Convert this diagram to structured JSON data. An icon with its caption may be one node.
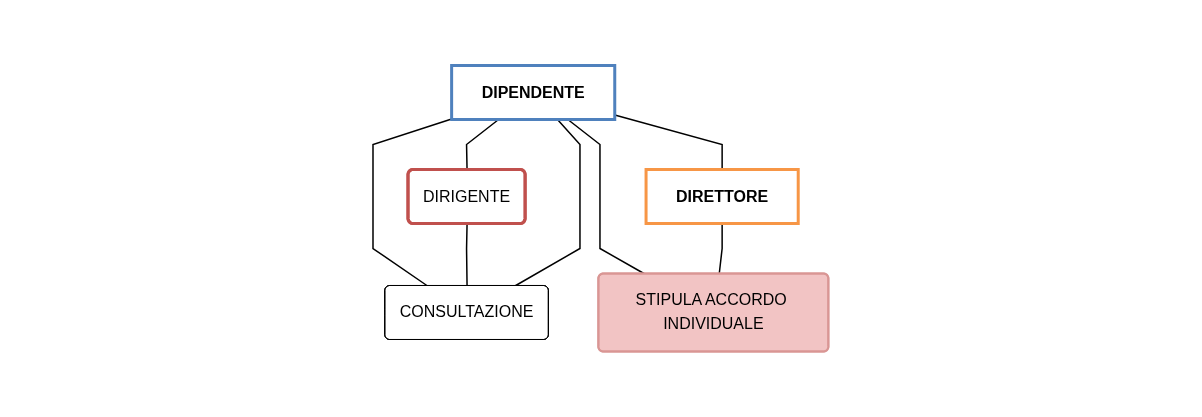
{
  "diagram": {
    "nodes": [
      {
        "text": [
          "DIPENDENTE"
        ]
      },
      {
        "text": [
          "DIRIGENTE"
        ]
      },
      {
        "text": [
          "CONSULTAZIONE"
        ]
      },
      {
        "text": [
          "DIRETTORE"
        ]
      },
      {
        "text": [
          "STIPULA ACCORDO INDIVIDUALE"
        ]
      }
    ],
    "edges": [
      {
        "from": 0,
        "to": 1,
        "arrow": "none"
      },
      {
        "from": 0,
        "to": 2,
        "arrow": "none"
      },
      {
        "from": 1,
        "to": 2,
        "arrow": "none"
      },
      {
        "from": 0,
        "to": 2,
        "arrow": "none"
      },
      {
        "from": 0,
        "to": 3,
        "arrow": "none"
      },
      {
        "from": 0,
        "to": 4,
        "arrow": "none"
      },
      {
        "from": 3,
        "to": 4,
        "arrow": "none"
      }
    ]
  }
}
